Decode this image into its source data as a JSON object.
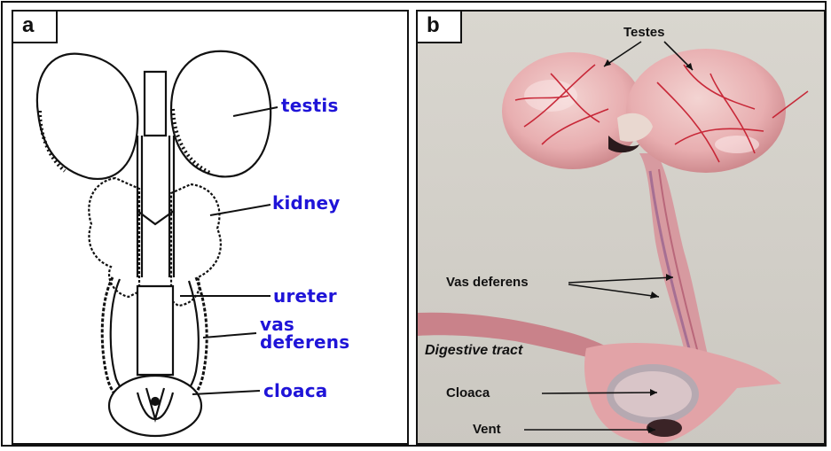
{
  "panel_a": {
    "letter": "a",
    "labels": {
      "testis": "testis",
      "kidney": "kidney",
      "ureter": "ureter",
      "vas": "vas",
      "deferens": "deferens",
      "cloaca": "cloaca"
    }
  },
  "panel_b": {
    "letter": "b",
    "labels": {
      "testes": "Testes",
      "vas_deferens": "Vas deferens",
      "digestive_tract": "Digestive tract",
      "cloaca": "Cloaca",
      "vent": "Vent"
    }
  },
  "colors": {
    "label_blue": "#1f14d8",
    "tissue_pink": "#e9a9ad",
    "vessel_red": "#c4182a"
  }
}
